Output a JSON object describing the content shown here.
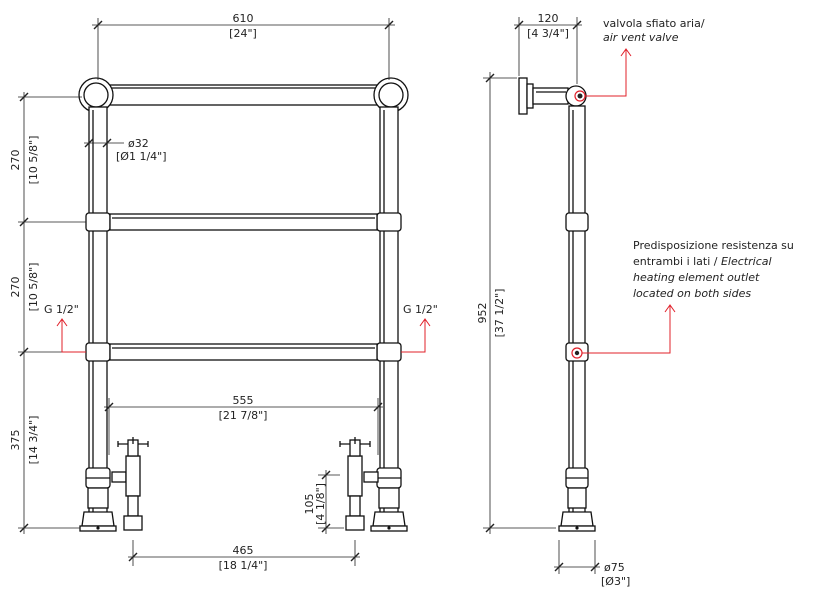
{
  "front_view": {
    "width_mm": "610",
    "width_in": "[24\"]",
    "pipe_diameter_mm": "ø32",
    "pipe_diameter_in": "[Ø1 1/4\"]",
    "spacing_top_mm": "270",
    "spacing_top_in": "[10 5/8\"]",
    "spacing_mid_mm": "270",
    "spacing_mid_in": "[10 5/8\"]",
    "height_bottom_mm": "375",
    "height_bottom_in": "[14 3/4\"]",
    "inner_width_mm": "555",
    "inner_width_in": "[21 7/8\"]",
    "valve_spacing_mm": "465",
    "valve_spacing_in": "[18 1/4\"]",
    "valve_height_mm": "105",
    "valve_height_in": "[4 1/8\"]",
    "connection_left": "G 1/2\"",
    "connection_right": "G 1/2\""
  },
  "side_view": {
    "depth_mm": "120",
    "depth_in": "[4 3/4\"]",
    "total_height_mm": "952",
    "total_height_in": "[37 1/2\"]",
    "foot_diameter_mm": "ø75",
    "foot_diameter_in": "[Ø3\"]",
    "air_vent_label_it": "valvola sfiato aria/",
    "air_vent_label_en": "air vent valve",
    "heating_label_line1": "Predisposizione resistenza su",
    "heating_label_line2_it": "entrambi i lati / ",
    "heating_label_line2_en": "Electrical",
    "heating_label_line3": "heating element outlet",
    "heating_label_line4": "located on both sides"
  },
  "colors": {
    "annotation_red": "#e0202a",
    "line": "#111111"
  }
}
